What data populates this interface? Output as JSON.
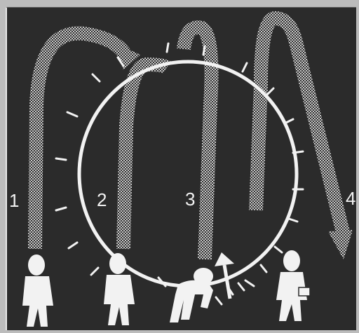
{
  "labels": {
    "n1": "1",
    "n2": "2",
    "n3": "3",
    "n4": "4"
  },
  "colors": {
    "background": "#2b2b2b",
    "line": "#f2f2f2",
    "path": "#cfcfcf"
  }
}
